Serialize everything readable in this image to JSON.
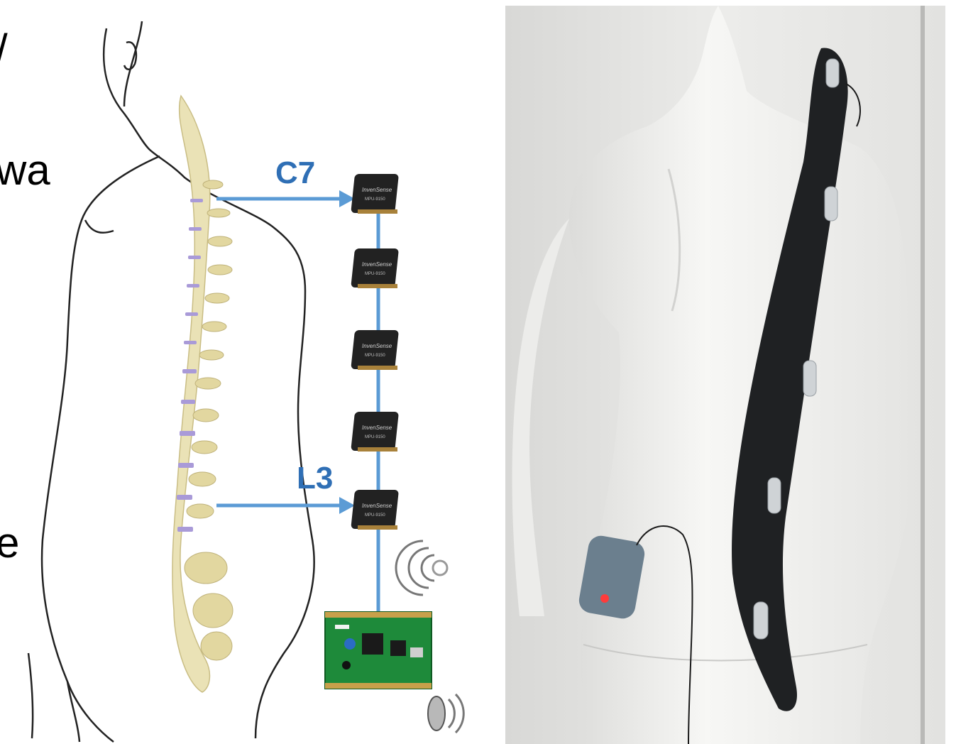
{
  "fragments": {
    "frag_1": "/",
    "frag_2": "wa",
    "frag_3": "e"
  },
  "diagram": {
    "upper_label": "C7",
    "lower_label": "L3",
    "sensor_chip_text": "InvenSense",
    "sensor_part_number": "MPU-9150",
    "sensor_count": 5,
    "colors": {
      "connector_blue": "#5b9bd5",
      "label_blue": "#2f6fb5",
      "spine_bone": "#eae2b6",
      "disc_purple": "#a99ad8",
      "board_green": "#1e8a3a"
    }
  },
  "photo": {
    "description_icon": "mannequin-with-spine-sensor-strip",
    "colors": {
      "background": "#e9e9e8",
      "mannequin": "#f3f3f1",
      "strip": "#1f2123",
      "sensor_pod": "#cfd3d6",
      "controller_box": "#6b7f8e",
      "led": "#ff3b3b"
    }
  }
}
